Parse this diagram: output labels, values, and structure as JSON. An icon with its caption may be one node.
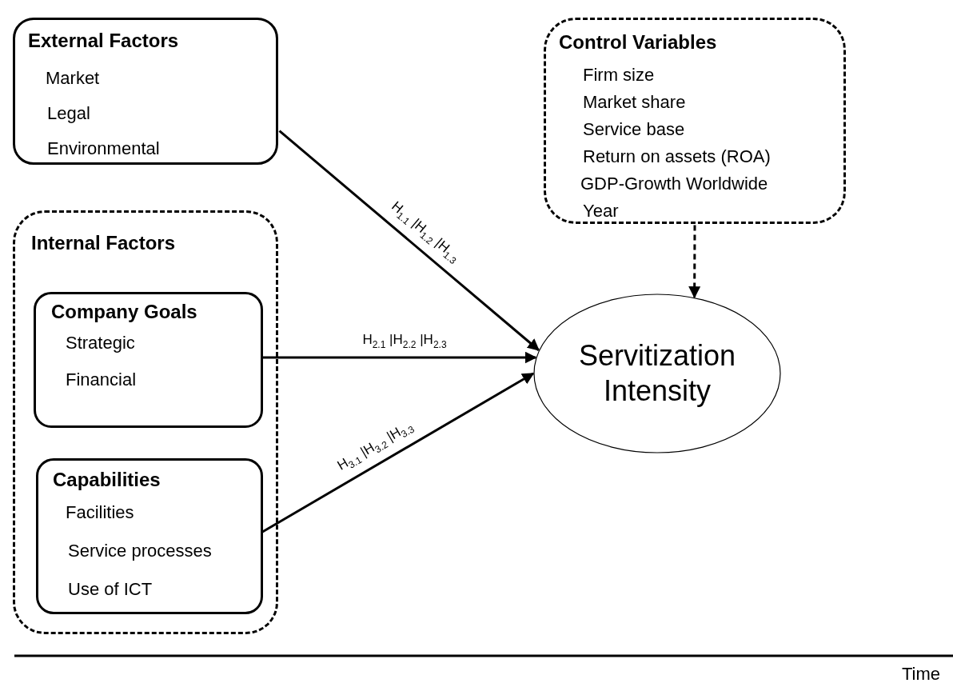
{
  "diagram": {
    "nodes": [
      {
        "text": [
          "External Factors",
          "Market",
          "Legal",
          "Environmental"
        ]
      },
      {
        "text": [
          "Internal Factors"
        ]
      },
      {
        "text": [
          "Company Goals",
          "Strategic",
          "Financial"
        ],
        "in": 1
      },
      {
        "text": [
          "Capabilities",
          "Facilities",
          "Service processes",
          "Use of ICT"
        ],
        "in": 1
      },
      {
        "text": [
          "Control Variables",
          "Firm size",
          "Market share",
          "Service base",
          "Return on assets (ROA)",
          "GDP-Growth Worldwide",
          "Year"
        ]
      },
      {
        "text": [
          "Servitization Intensity"
        ]
      }
    ],
    "edges": [
      {
        "from": 0,
        "to": 5,
        "arrow": "to",
        "label": "H$_{1.1}$ |H$_{1.2}$ |H$_{1.3}$"
      },
      {
        "from": 2,
        "to": 5,
        "arrow": "to",
        "label": "H$_{2.1}$ |H$_{2.2}$ |H$_{2.3}$"
      },
      {
        "from": 3,
        "to": 5,
        "arrow": "to",
        "label": "H$_{3.1}$ |H$_{3.2}$ |H$_{3.3}$"
      },
      {
        "from": 4,
        "to": 5,
        "arrow": "to",
        "style": "dashed"
      }
    ],
    "labels": [
      "Time"
    ]
  }
}
